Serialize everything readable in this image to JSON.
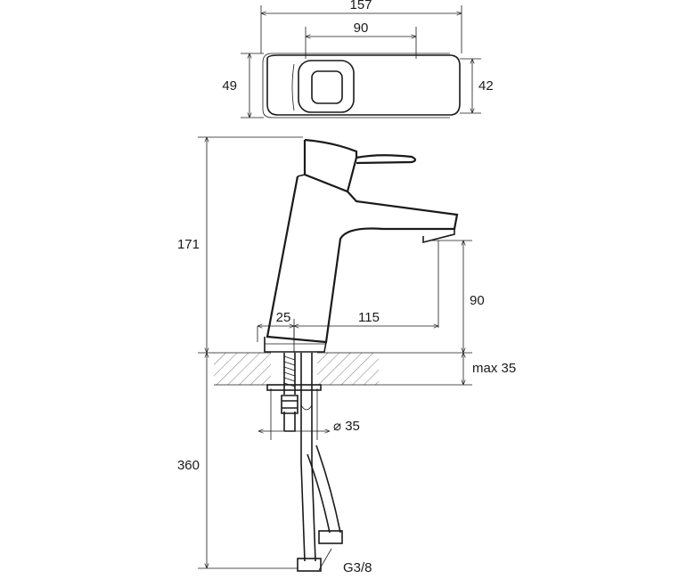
{
  "top_view": {
    "width_total": "157",
    "width_inner": "90",
    "height_left": "49",
    "height_right": "42"
  },
  "side_view": {
    "height_total": "171",
    "spout_height": "90",
    "base_width": "25",
    "spout_reach": "115",
    "counter_thickness": "max 35",
    "hole_diameter": "⌀ 35",
    "hose_length": "360",
    "thread": "G3/8"
  },
  "colors": {
    "line": "#1a1a1a",
    "background": "#ffffff",
    "hatch": "#555555"
  }
}
